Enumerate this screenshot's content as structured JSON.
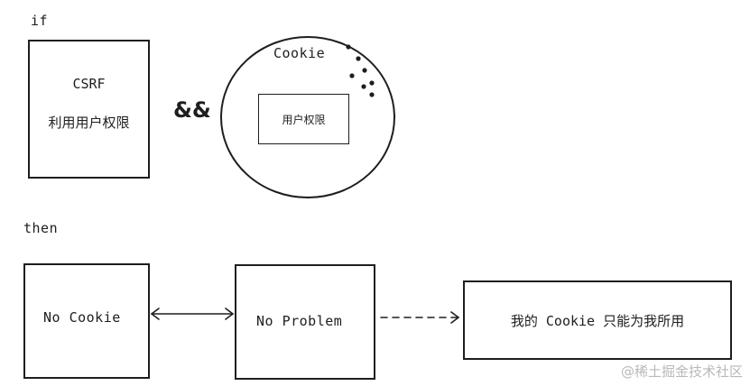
{
  "condition": {
    "if_label": "if",
    "then_label": "then",
    "operator": "&&"
  },
  "csrf_box": {
    "title": "CSRF",
    "subtitle": "利用用户权限"
  },
  "cookie_circle": {
    "title": "Cookie",
    "inner_box": "用户权限"
  },
  "result": {
    "no_cookie": "No Cookie",
    "no_problem": "No Problem",
    "my_cookie": "我的 Cookie 只能为我所用"
  },
  "watermark": "@稀土掘金技术社区"
}
